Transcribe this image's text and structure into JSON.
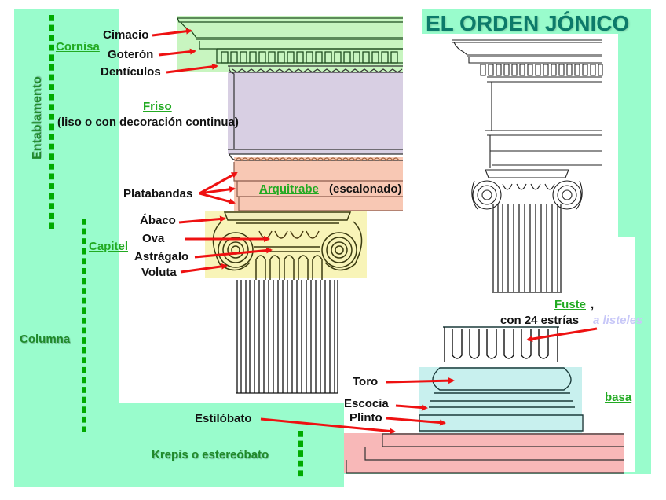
{
  "title": "EL ORDEN JÓNICO",
  "colors": {
    "mint_background": "#99fccc",
    "cornisa_highlight": "#c8f5c0",
    "friso_highlight": "#d8cfe3",
    "arquitrabe_highlight": "#f8c8b4",
    "capitel_highlight": "#f8f4b8",
    "basa_highlight": "#c8f0ee",
    "krepis_highlight": "#f8b8b8",
    "arrow": "#ee1111",
    "group_label": "#1f8a2a",
    "link": "#22aa22",
    "title": "#0c7a6a"
  },
  "groups": {
    "entablamento": "Entablamento",
    "columna": "Columna",
    "krepis": "Krepis o estereóbato"
  },
  "links": {
    "cornisa": "Cornisa",
    "friso": "Friso",
    "arquitrabe": "Arquitrabe",
    "capitel": "Capitel",
    "fuste": "Fuste",
    "a_listeles": "a listeles",
    "basa": "basa"
  },
  "labels": {
    "cimacio": "Cimacio",
    "goteron": "Goterón",
    "denticulos": "Dentículos",
    "friso_desc": "(liso o con decoración continua)",
    "platabandas": "Platabandas",
    "arquitrabe_desc": "(escalonado)",
    "abaco": "Ábaco",
    "ova": "Ova",
    "astragalo": "Astrágalo",
    "voluta": "Voluta",
    "fuste_comma": ",",
    "fuste_desc": "con 24 estrías",
    "toro": "Toro",
    "escocia": "Escocia",
    "plinto": "Plinto",
    "estilobato": "Estilóbato"
  }
}
